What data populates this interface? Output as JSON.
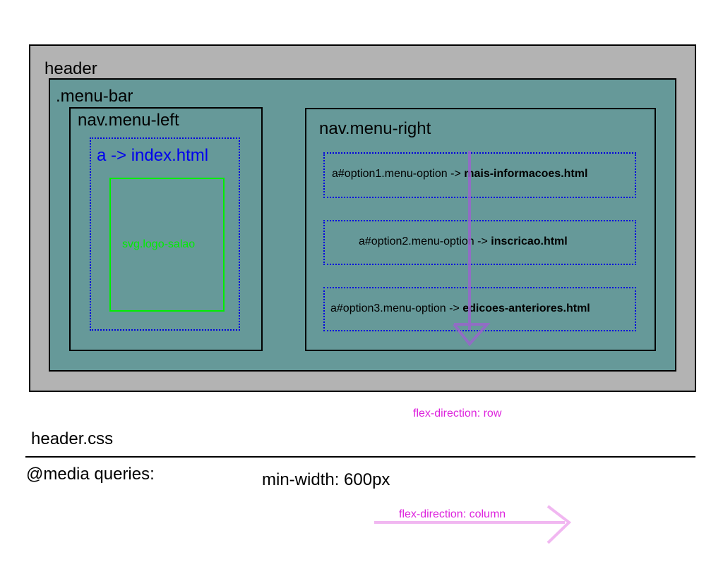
{
  "diagram": {
    "header_label": "header",
    "menubar_label": ".menu-bar",
    "menu_left_label": "nav.menu-left",
    "anchor_label": "a -> index.html",
    "svg_label": "svg.logo-salao",
    "menu_right_label": "nav.menu-right",
    "options": [
      {
        "prefix": "a#option1.menu-option -> ",
        "target": "mais-informacoes.html"
      },
      {
        "prefix": "a#option2.menu-option -> ",
        "target": "inscricao.html"
      },
      {
        "prefix": "a#option3.menu-option -> ",
        "target": "edicoes-anteriores.html"
      }
    ],
    "flex_row_label": "flex-direction: row",
    "css_file_label": "header.css",
    "media_queries_label": "@media queries:",
    "min_width_label": "min-width: 600px",
    "flex_column_label": "flex-direction: column"
  },
  "colors": {
    "header_bg": "#b3b3b3",
    "menubar_bg": "#669999",
    "anchor_border": "#0000dd",
    "svg_border": "#00ee00",
    "arrow_purple": "#9966cc",
    "arrow_pink": "#f0b0f0",
    "annotation_magenta": "#dd22dd"
  }
}
